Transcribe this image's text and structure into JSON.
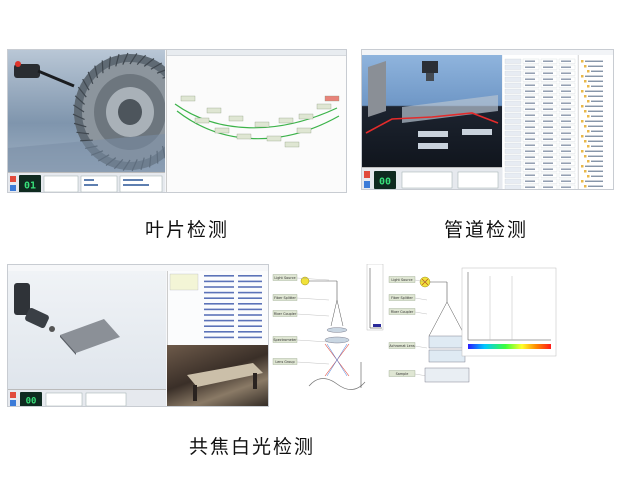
{
  "captions": {
    "blade": "叶片检测",
    "pipe": "管道检测",
    "confocal": "共焦白光检测"
  },
  "blade_panel": {
    "counter": "01"
  },
  "pipe_panel": {
    "counter": "00"
  },
  "confocal_panel": {
    "counter": "00"
  },
  "diagram_panel": {
    "left_labels": [
      "Light Source",
      "Fiber Splitter",
      "Fiber Coupler",
      "Spectrometer",
      "Lens Group"
    ],
    "right_labels": [
      "Light Source",
      "Fiber Splitter",
      "Fiber Coupler",
      "Achromat Lens",
      "Sample"
    ],
    "colors": {
      "label_box": "#dfe6d3",
      "label_border": "#7e8f70",
      "source_yellow": "#f1e23a",
      "spectrum": [
        "#2a1cff",
        "#00c8ff",
        "#3cff3c",
        "#ffff2a",
        "#ff8a00",
        "#ff1a1a"
      ]
    }
  }
}
